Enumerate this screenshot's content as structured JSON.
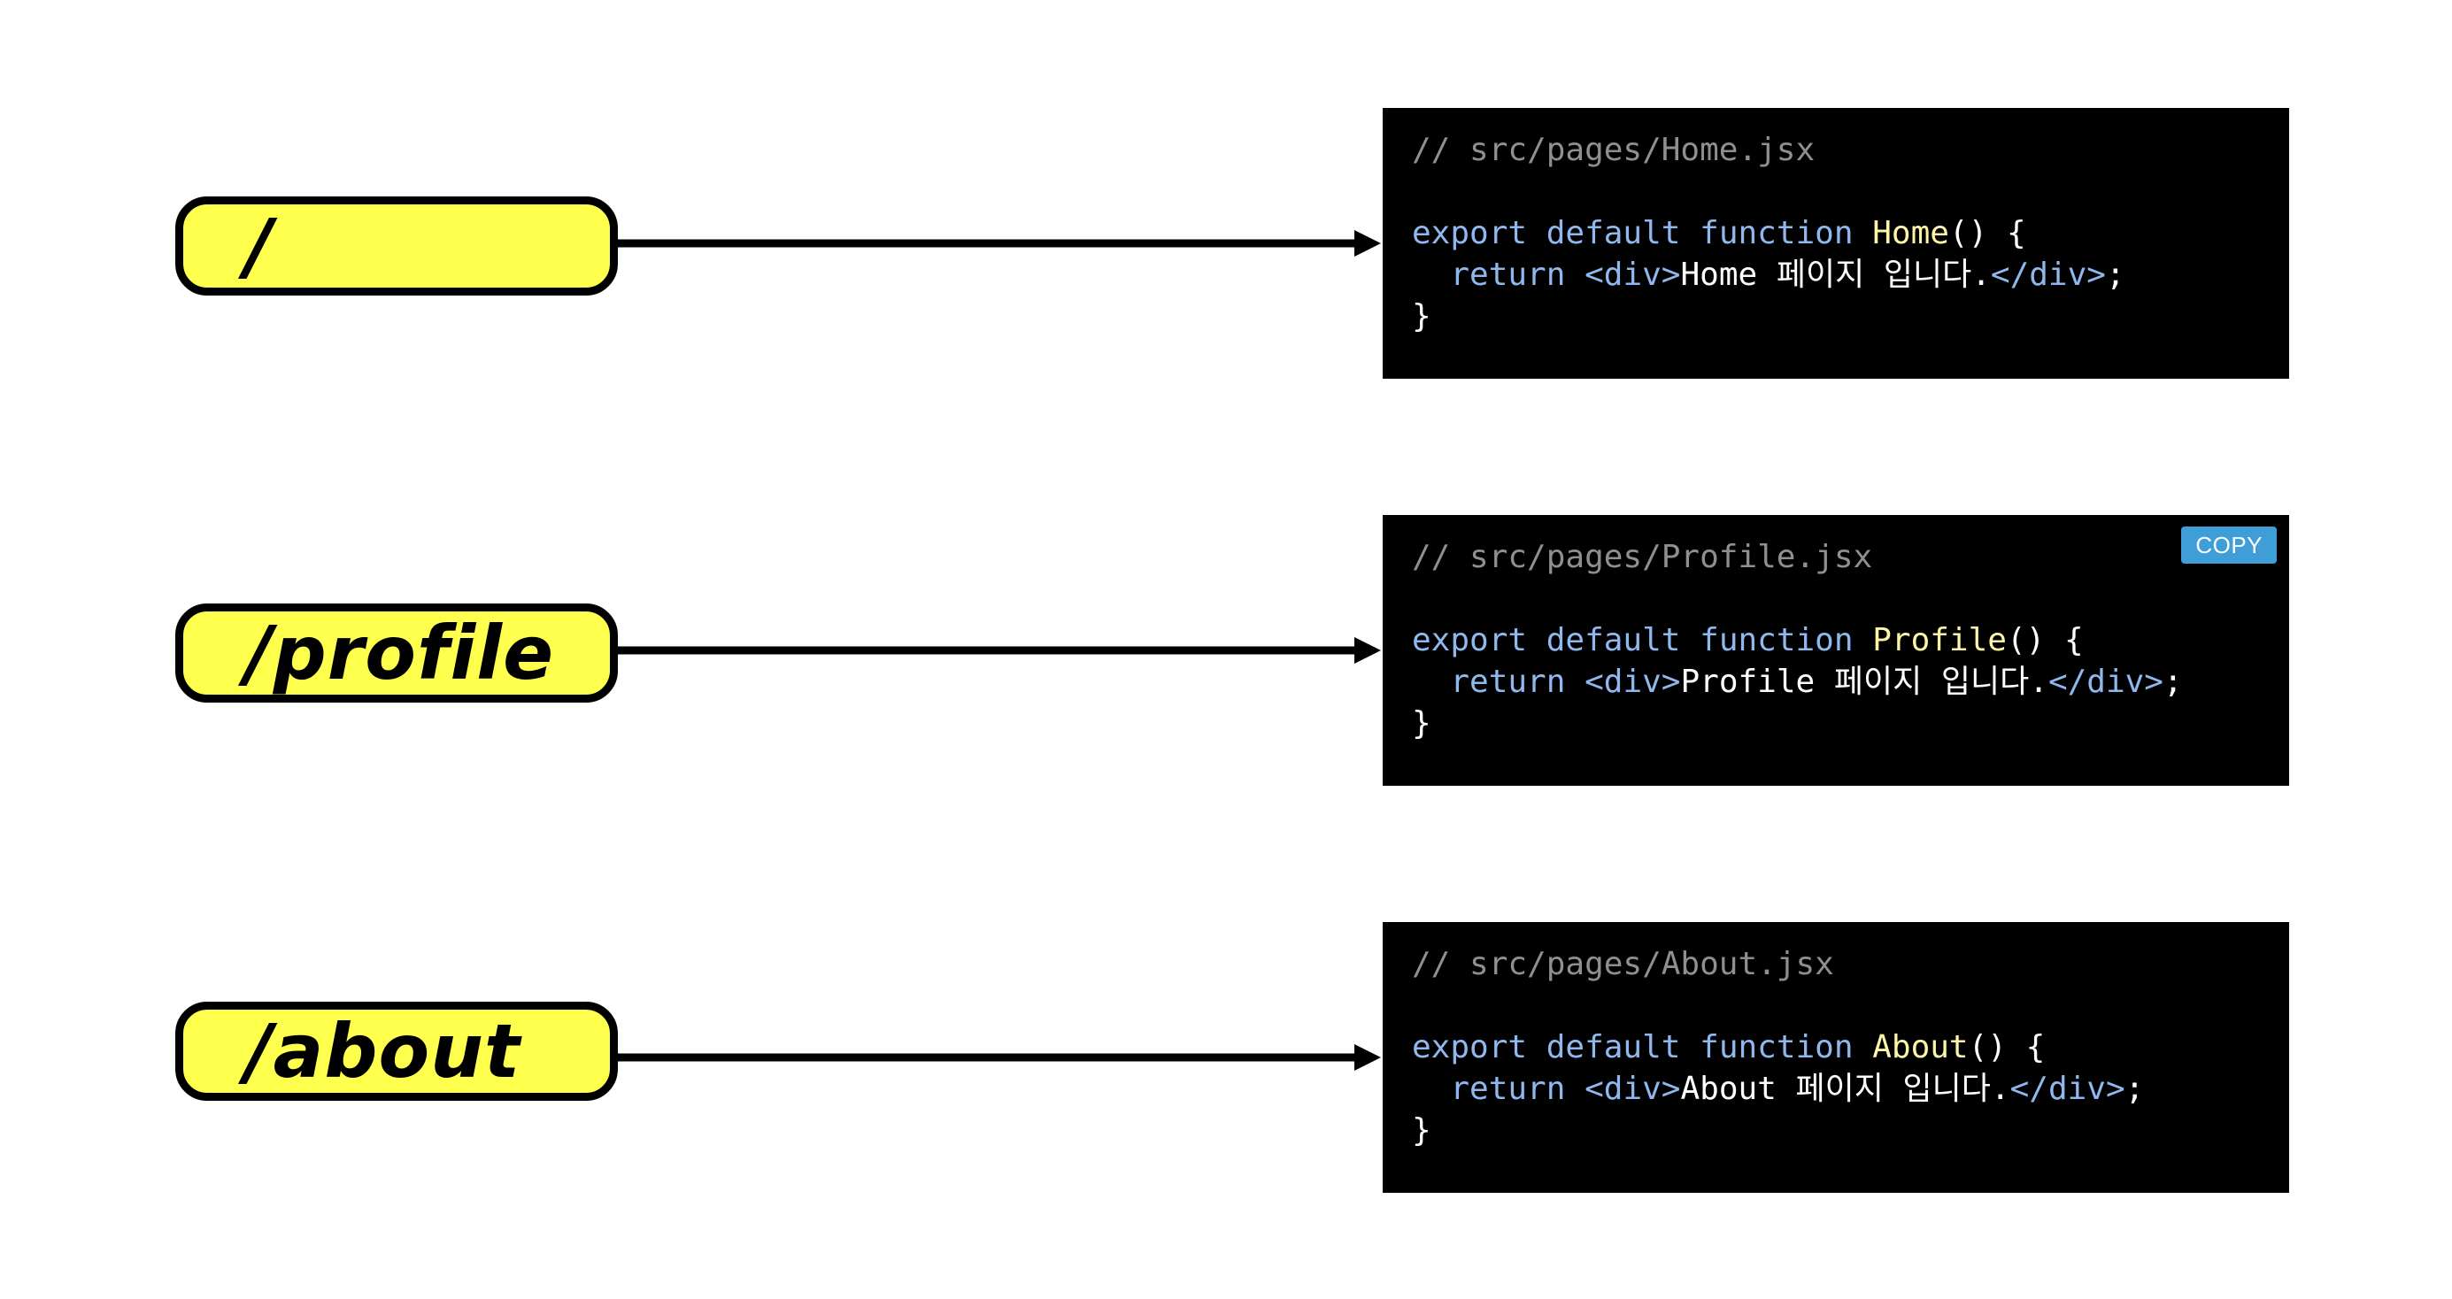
{
  "routes": [
    {
      "path": "/",
      "code": {
        "comment": "// src/pages/Home.jsx",
        "kw_export": "export",
        "kw_default": "default",
        "kw_function": "function",
        "fn_name": "Home",
        "params": "() {",
        "kw_return": "return",
        "open_tag": "<div>",
        "body_text": "Home 페이지 입니다.",
        "close_tag": "</div>",
        "semicolon": ";",
        "closing_brace": "}"
      }
    },
    {
      "path": "/profile",
      "code": {
        "comment": "// src/pages/Profile.jsx",
        "kw_export": "export",
        "kw_default": "default",
        "kw_function": "function",
        "fn_name": "Profile",
        "params": "() {",
        "kw_return": "return",
        "open_tag": "<div>",
        "body_text": "Profile 페이지 입니다.",
        "close_tag": "</div>",
        "semicolon": ";",
        "closing_brace": "}"
      },
      "copy_label": "COPY"
    },
    {
      "path": "/about",
      "code": {
        "comment": "// src/pages/About.jsx",
        "kw_export": "export",
        "kw_default": "default",
        "kw_function": "function",
        "fn_name": "About",
        "params": "() {",
        "kw_return": "return",
        "open_tag": "<div>",
        "body_text": "About 페이지 입니다.",
        "close_tag": "</div>",
        "semicolon": ";",
        "closing_brace": "}"
      }
    }
  ],
  "colors": {
    "route_fill": "#ffff4d",
    "code_bg": "#000000",
    "keyword": "#8fb8ee",
    "function_name": "#fff5a6",
    "comment": "#8f8f8f",
    "copy_button": "#3f9ed8"
  }
}
